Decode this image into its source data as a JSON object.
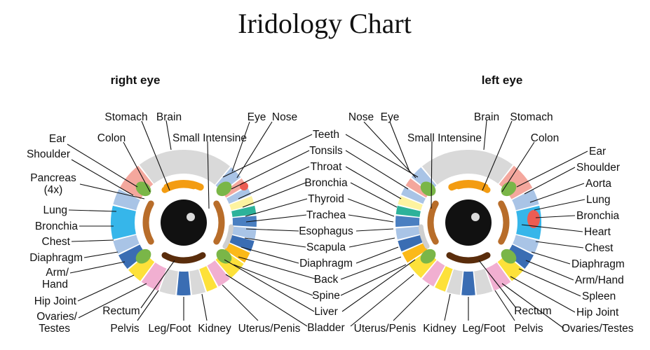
{
  "title": "Iridology Chart",
  "right_eye": {
    "heading": "right eye",
    "labels": {
      "stomach": "Stomach",
      "brain": "Brain",
      "eye": "Eye",
      "nose": "Nose",
      "colon": "Colon",
      "small_intestine": "Small Intensine",
      "ear": "Ear",
      "shoulder": "Shoulder",
      "pancreas": "Pancreas",
      "pancreas_note": "(4x)",
      "lung": "Lung",
      "bronchia": "Bronchia",
      "chest": "Chest",
      "diaphragm": "Diaphragm",
      "arm": "Arm/",
      "hand": "Hand",
      "hip_joint": "Hip Joint",
      "ovaries": "Ovaries/",
      "testes": "Testes",
      "rectum": "Rectum",
      "pelvis": "Pelvis",
      "leg_foot": "Leg/Foot",
      "kidney": "Kidney",
      "uterus_penis": "Uterus/Penis"
    }
  },
  "center_labels": {
    "teeth": "Teeth",
    "tonsils": "Tonsils",
    "throat": "Throat",
    "bronchia": "Bronchia",
    "thyroid": "Thyroid",
    "trachea": "Trachea",
    "esophagus": "Esophagus",
    "scapula": "Scapula",
    "diaphragm": "Diaphragm",
    "back": "Back",
    "spine": "Spine",
    "liver": "Liver",
    "bladder": "Bladder"
  },
  "left_eye": {
    "heading": "left eye",
    "labels": {
      "nose": "Nose",
      "eye": "Eye",
      "brain": "Brain",
      "stomach": "Stomach",
      "small_intestine": "Small Intensine",
      "colon": "Colon",
      "ear": "Ear",
      "shoulder": "Shoulder",
      "aorta": "Aorta",
      "lung": "Lung",
      "bronchia": "Bronchia",
      "heart": "Heart",
      "chest": "Chest",
      "diaphragm": "Diaphragm",
      "arm_hand": "Arm/Hand",
      "spleen": "Spleen",
      "hip_joint": "Hip Joint",
      "ovaries_testes": "Ovaries/Testes",
      "rectum": "Rectum",
      "pelvis": "Pelvis",
      "leg_foot": "Leg/Foot",
      "kidney": "Kidney",
      "uterus_penis": "Uterus/Penis"
    }
  },
  "colors": {
    "gray": "#d9d9d9",
    "salmon": "#f4a79d",
    "light_blue": "#a9c4e6",
    "sky_blue": "#36b6ea",
    "mid_blue": "#4a7fc1",
    "dark_blue": "#3a6db3",
    "yellow": "#fde13a",
    "orange_yellow": "#fbb919",
    "pink": "#f1afd1",
    "teal": "#2db29a",
    "pale_yellow": "#fdf3a0",
    "green": "#7ab648",
    "brown": "#b86d2a",
    "dark_brown": "#5a2d0c",
    "orange": "#f39c12",
    "red": "#ec5c53",
    "pupil": "#111111"
  }
}
